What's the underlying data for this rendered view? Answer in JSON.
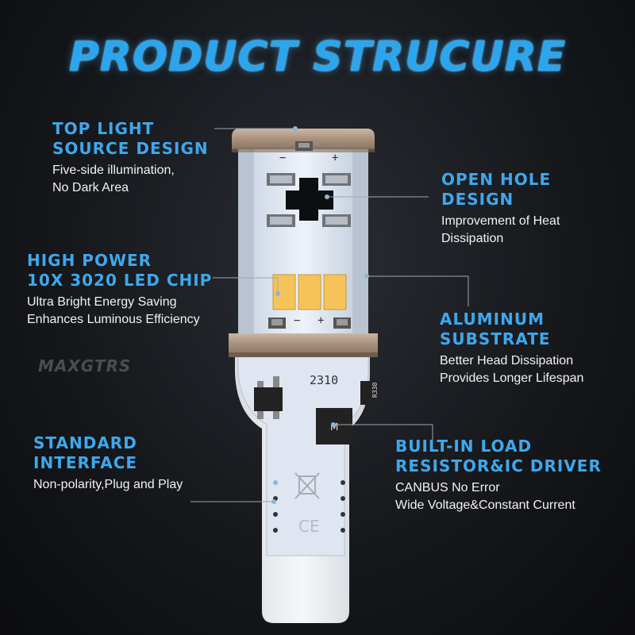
{
  "title": "PRODUCT STRUCURE",
  "brand": "MAXGTRS",
  "callouts": {
    "top_light": {
      "head1": "TOP LIGHT",
      "head2": "SOURCE DESIGN",
      "desc1": "Five-side illumination,",
      "desc2": "No Dark Area"
    },
    "open_hole": {
      "head1": "OPEN HOLE",
      "head2": "DESIGN",
      "desc1": "Improvement of Heat",
      "desc2": "Dissipation"
    },
    "high_power": {
      "head1": "HIGH POWER",
      "head2": "10X 3020 LED CHIP",
      "desc1": "Ultra Bright Energy Saving",
      "desc2": "Enhances Luminous Efficiency"
    },
    "aluminum": {
      "head1": "ALUMINUM",
      "head2": "SUBSTRATE",
      "desc1": "Better Head Dissipation",
      "desc2": "Provides Longer Lifespan"
    },
    "standard": {
      "head1": "STANDARD",
      "head2": "INTERFACE",
      "desc1": "Non-polarity,Plug and Play"
    },
    "builtin": {
      "head1": "BUILT-IN LOAD",
      "head2": "RESISTOR&IC DRIVER",
      "desc1": "CANBUS No Error",
      "desc2": "Wide Voltage&Constant Current"
    }
  },
  "board": {
    "code": "2310",
    "resistor": "R330",
    "ic_label": "M",
    "plus": "+",
    "minus": "−",
    "ce": "CE"
  },
  "colors": {
    "accent": "#3ea8ec",
    "title": "#2aa6f0",
    "led": "#f6c25a"
  }
}
